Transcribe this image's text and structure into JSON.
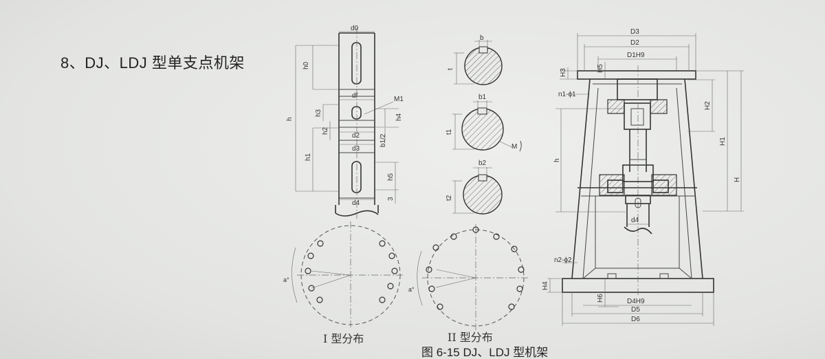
{
  "heading": "8、DJ、LDJ 型单支点机架",
  "caption": {
    "type1": "I 型分布",
    "type2": "II 型分布",
    "figure": "图 6-15    DJ、LDJ 型机架"
  },
  "shaft_labels": {
    "d0": "d0",
    "h0": "h0",
    "df": "df",
    "M1": "M1",
    "h3": "h3",
    "h4": "h4",
    "h": "h",
    "h2": "h2",
    "d2": "d2",
    "b1_2": "b1/2",
    "d3": "d3",
    "h1": "h1",
    "h5": "h5",
    "num3": "3",
    "d4": "d4"
  },
  "section_labels": {
    "b": "b",
    "t": "t",
    "b1": "b1",
    "t1": "t1",
    "M": "M",
    "b2": "b2",
    "t2": "t2"
  },
  "frame_labels": {
    "D3": "D3",
    "D2": "D2",
    "D1H9": "D1H9",
    "H3": "H3",
    "H5": "H5",
    "n1": "n1-ϕ1",
    "H2": "H2",
    "H1": "H1",
    "H": "H",
    "h": "h",
    "d4": "d4",
    "n2": "n2-ϕ2",
    "H4": "H4",
    "H6": "H6",
    "D4H9": "D4H9",
    "D5": "D5",
    "D6": "D6"
  },
  "angle_label": "a°"
}
